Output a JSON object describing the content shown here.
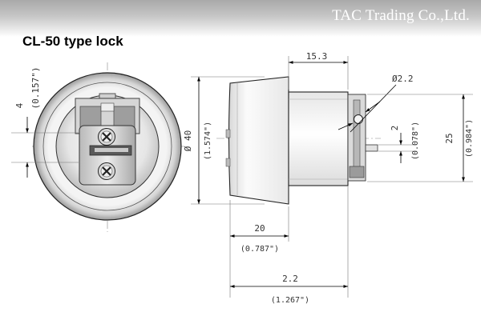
{
  "header": {
    "company": "TAC Trading Co.,Ltd.",
    "title": "CL-50 type lock"
  },
  "dimensions": {
    "front_height_mm": "4",
    "front_height_in": "(0.157\")",
    "body_diameter_mm": "Ø 40",
    "body_diameter_in": "(1.574\")",
    "body_length_mm": "15.3",
    "pin_diameter_mm": "Ø2.2",
    "cam_thickness_mm": "2",
    "cam_thickness_in": "(0.078\")",
    "cam_width_mm": "25",
    "cam_width_in": "(0.984\")",
    "flange_depth_mm": "20",
    "flange_depth_in": "(0.787\")",
    "overall_length_mm": "2.2",
    "overall_length_in": "(1.267\")"
  },
  "colors": {
    "background": "#ffffff",
    "line": "#222222",
    "metal_light": "#f2f2f2",
    "metal_mid": "#cfcfcf",
    "metal_dark": "#8a8a8a",
    "header_band": "#b5b5b5"
  }
}
